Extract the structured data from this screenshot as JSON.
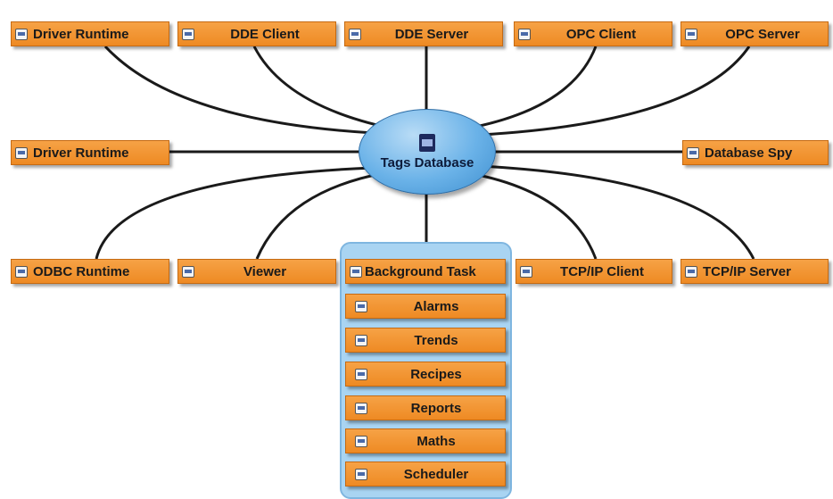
{
  "hub": {
    "label": "Tags Database",
    "icon": "database-icon"
  },
  "row_top": [
    {
      "label": "Driver Runtime",
      "icon": "driver-icon"
    },
    {
      "label": "DDE Client",
      "icon": "dde-client-icon"
    },
    {
      "label": "DDE Server",
      "icon": "dde-server-icon"
    },
    {
      "label": "OPC Client",
      "icon": "opc-client-icon"
    },
    {
      "label": "OPC Server",
      "icon": "opc-server-icon"
    }
  ],
  "row_middle": [
    {
      "label": "Driver Runtime",
      "icon": "driver-icon"
    },
    {
      "label": "Database Spy",
      "icon": "database-spy-icon"
    }
  ],
  "row_bottom": [
    {
      "label": "ODBC Runtime",
      "icon": "odbc-icon"
    },
    {
      "label": "Viewer",
      "icon": "viewer-icon"
    },
    {
      "label": "Background Task",
      "icon": "background-task-icon"
    },
    {
      "label": "TCP/IP Client",
      "icon": "tcpip-client-icon"
    },
    {
      "label": "TCP/IP Server",
      "icon": "tcpip-server-icon"
    }
  ],
  "tasks": [
    {
      "label": "Alarms",
      "icon": "alarms-icon"
    },
    {
      "label": "Trends",
      "icon": "trends-icon"
    },
    {
      "label": "Recipes",
      "icon": "recipes-icon"
    },
    {
      "label": "Reports",
      "icon": "reports-icon"
    },
    {
      "label": "Maths",
      "icon": "maths-icon"
    },
    {
      "label": "Scheduler",
      "icon": "scheduler-icon"
    }
  ],
  "colors": {
    "box": "#ee8a23",
    "hub": "#6ab2e8",
    "panel": "#a9d4f2",
    "line": "#1a1a1a"
  }
}
